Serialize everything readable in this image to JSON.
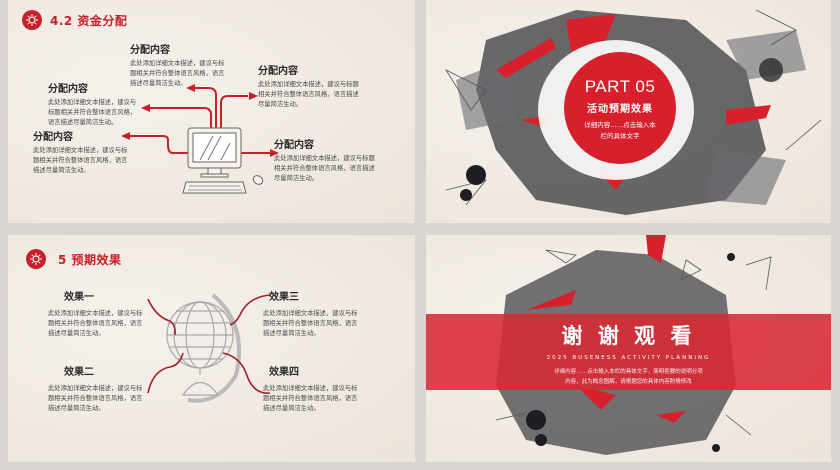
{
  "slides": [
    {
      "id": 1,
      "header": {
        "number": "4.2",
        "title": "4.2 资金分配",
        "icon": "lightbulb-icon"
      },
      "items": [
        {
          "title": "分配内容",
          "desc": "此处添加详细文本描述，建议与标题相关并符合整体语言风格，语言描述尽量简洁生动。"
        },
        {
          "title": "分配内容",
          "desc": "此处添加详细文本描述，建议与标题相关并符合整体语言风格，语言描述尽量简洁生动。"
        },
        {
          "title": "分配内容",
          "desc": "此处添加详细文本描述，建议与标题相关并符合整体语言风格，语言描述尽量简洁生动。"
        },
        {
          "title": "分配内容",
          "desc": "此处添加详细文本描述，建议与标题相关并符合整体语言风格，语言描述尽量简洁生动。"
        },
        {
          "title": "分配内容",
          "desc": "此处添加详细文本描述，建议与标题相关并符合整体语言风格，语言描述尽量简洁生动。"
        }
      ],
      "illustration": "computer-icon"
    },
    {
      "id": 2,
      "part": "PART 05",
      "title": "活动预期效果",
      "subtitle_line1": "详细内容……点击输入本",
      "subtitle_line2": "栏的具体文字",
      "illustration": "ink-splash-art"
    },
    {
      "id": 3,
      "header": {
        "title": "5 预期效果",
        "icon": "lightbulb-icon"
      },
      "items": [
        {
          "title": "效果一",
          "desc": "此处添加详细文本描述，建议与标题相关并符合整体语言风格，语言描述尽量简洁生动。"
        },
        {
          "title": "效果二",
          "desc": "此处添加详细文本描述，建议与标题相关并符合整体语言风格，语言描述尽量简洁生动。"
        },
        {
          "title": "效果三",
          "desc": "此处添加详细文本描述，建议与标题相关并符合整体语言风格，语言描述尽量简洁生动。"
        },
        {
          "title": "效果四",
          "desc": "此处添加详细文本描述，建议与标题相关并符合整体语言风格，语言描述尽量简洁生动。"
        }
      ],
      "illustration": "globe-icon"
    },
    {
      "id": 4,
      "title": "谢 谢 观 看",
      "subtitle": "2025 BUSENESS ACTIVITY PLANNING",
      "desc_line1": "详细内容……点击输入本栏的具体文字，简明扼要的说明分项",
      "desc_line2": "内容，此为概念图解，请根据您的具体内容酌情修改",
      "illustration": "ink-splash-art"
    }
  ],
  "colors": {
    "accent": "#c8202a",
    "background": "#d9d6d2",
    "paper": "#f3eee7",
    "text": "#2b2b2b"
  }
}
